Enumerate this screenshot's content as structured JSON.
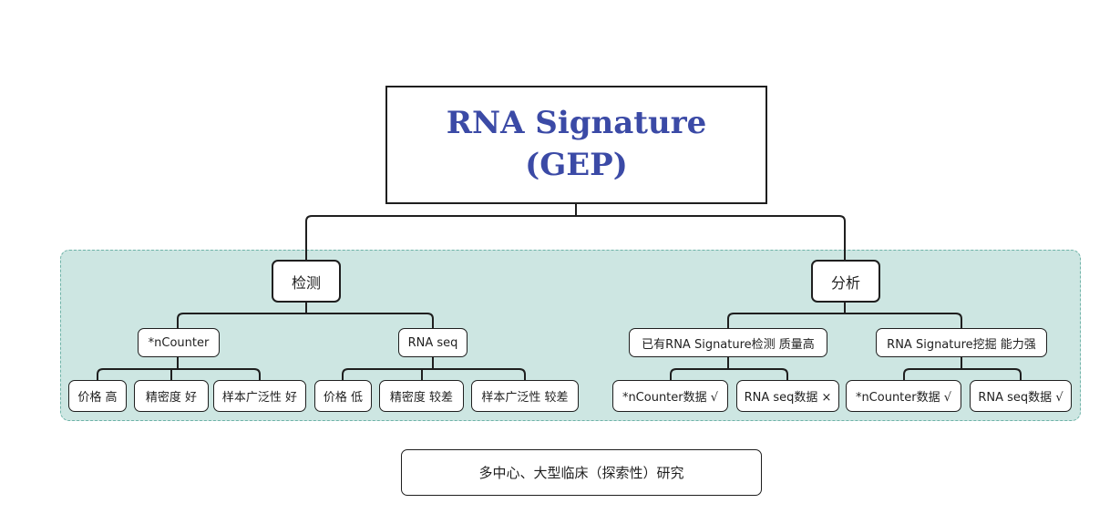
{
  "root": {
    "line1": "RNA Signature",
    "line2": "(GEP)"
  },
  "branches": {
    "detect": {
      "label": "检测",
      "ncounter": {
        "label": "*nCounter",
        "price": "价格 高",
        "precision": "精密度 好",
        "breadth": "样本广泛性 好"
      },
      "rnaseq": {
        "label": "RNA seq",
        "price": "价格 低",
        "precision": "精密度 较差",
        "breadth": "样本广泛性 较差"
      }
    },
    "analysis": {
      "label": "分析",
      "existing": {
        "label": "已有RNA Signature检测 质量高",
        "ncounter_data": "*nCounter数据 √",
        "rnaseq_data": "RNA seq数据 ×"
      },
      "mining": {
        "label": "RNA Signature挖掘 能力强",
        "ncounter_data": "*nCounter数据 √",
        "rnaseq_data": "RNA seq数据 √"
      }
    }
  },
  "footer": "多中心、大型临床（探索性）研究",
  "colors": {
    "title": "#3b4aa6",
    "panel_fill": "#cde6e2",
    "panel_border": "#6fb3a8",
    "stroke": "#1f1f1f"
  }
}
